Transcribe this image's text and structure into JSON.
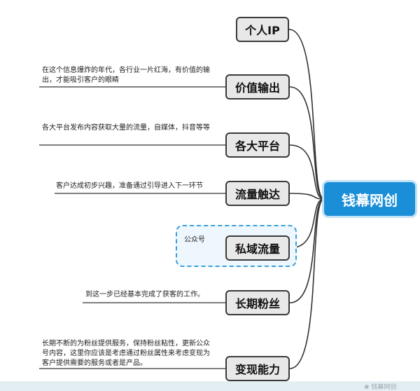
{
  "root": {
    "label": "钱幕网创"
  },
  "nodes": [
    {
      "label": "个人IP",
      "note": ""
    },
    {
      "label": "价值输出",
      "note": "在这个信息爆炸的年代，各行业一片红海，有价值的输出，才能吸引客户的眼睛"
    },
    {
      "label": "各大平台",
      "note": "各大平台发布内容获取大量的流量，自媒体，抖音等等"
    },
    {
      "label": "流量触达",
      "note": "客户达成初步兴趣，准备通过引导进入下一环节"
    },
    {
      "label": "私域流量",
      "note": "公众号"
    },
    {
      "label": "长期粉丝",
      "note": "到这一步已经基本完成了获客的工作。"
    },
    {
      "label": "变现能力",
      "note": "长期不断的为粉丝提供服务，保持粉丝粘性，更新公众号内容，这里你应该是考虑通过粉丝属性来考虑变现为客户提供需要的服务或者是产品。"
    }
  ],
  "colors": {
    "root_fill": "#1a8ed6",
    "node_fill": "#e8e8e8",
    "link": "#333333",
    "highlight": "#3aa0d8"
  },
  "watermark": "钱幕网创"
}
